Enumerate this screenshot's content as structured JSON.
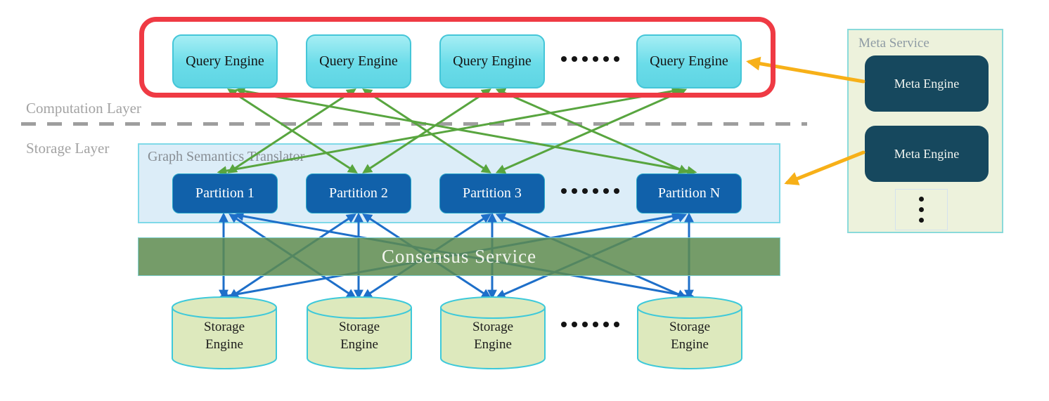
{
  "labels": {
    "computation_layer": "Computation Layer",
    "storage_layer": "Storage Layer"
  },
  "computation": {
    "query_engines": [
      "Query Engine",
      "Query Engine",
      "Query Engine",
      "Query Engine"
    ]
  },
  "translator": {
    "title": "Graph Semantics Translator",
    "partitions": [
      "Partition 1",
      "Partition 2",
      "Partition 3",
      "Partition N"
    ]
  },
  "consensus": {
    "title": "Consensus Service"
  },
  "storage": {
    "engines": [
      "Storage Engine",
      "Storage Engine",
      "Storage Engine",
      "Storage Engine"
    ]
  },
  "meta": {
    "title": "Meta Service",
    "engines": [
      "Meta Engine",
      "Meta Engine"
    ]
  },
  "colors": {
    "frame_red": "#ef3a44",
    "query_engine_fill": "#6adce9",
    "partition_fill": "#1161aa",
    "translator_panel_fill": "#dcedf8",
    "consensus_fill": "#5d8b4f",
    "storage_fill": "#dde9bd",
    "meta_panel_fill": "#edf2dc",
    "meta_engine_fill": "#16485e",
    "green_arrow": "#58a53f",
    "blue_arrow": "#1e6fc9",
    "orange_arrow": "#f7b018",
    "label_gray": "#a3a3a3"
  },
  "edges": {
    "green": [
      [
        326,
        128,
        506,
        245
      ],
      [
        504,
        128,
        326,
        245
      ],
      [
        518,
        128,
        696,
        245
      ],
      [
        696,
        128,
        518,
        245
      ],
      [
        708,
        128,
        976,
        245
      ],
      [
        974,
        128,
        708,
        245
      ],
      [
        338,
        128,
        988,
        245
      ],
      [
        966,
        128,
        312,
        245
      ]
    ],
    "blue": [
      [
        318,
        306,
        318,
        423
      ],
      [
        510,
        306,
        510,
        423
      ],
      [
        700,
        306,
        700,
        423
      ],
      [
        980,
        306,
        980,
        423
      ],
      [
        328,
        306,
        504,
        423
      ],
      [
        504,
        306,
        328,
        423
      ],
      [
        518,
        306,
        696,
        423
      ],
      [
        696,
        306,
        518,
        423
      ],
      [
        708,
        306,
        974,
        423
      ],
      [
        974,
        306,
        708,
        423
      ],
      [
        336,
        306,
        986,
        423
      ],
      [
        966,
        306,
        314,
        423
      ]
    ],
    "orange": [
      [
        1228,
        116,
        1066,
        88
      ],
      [
        1228,
        217,
        1120,
        260
      ]
    ]
  }
}
